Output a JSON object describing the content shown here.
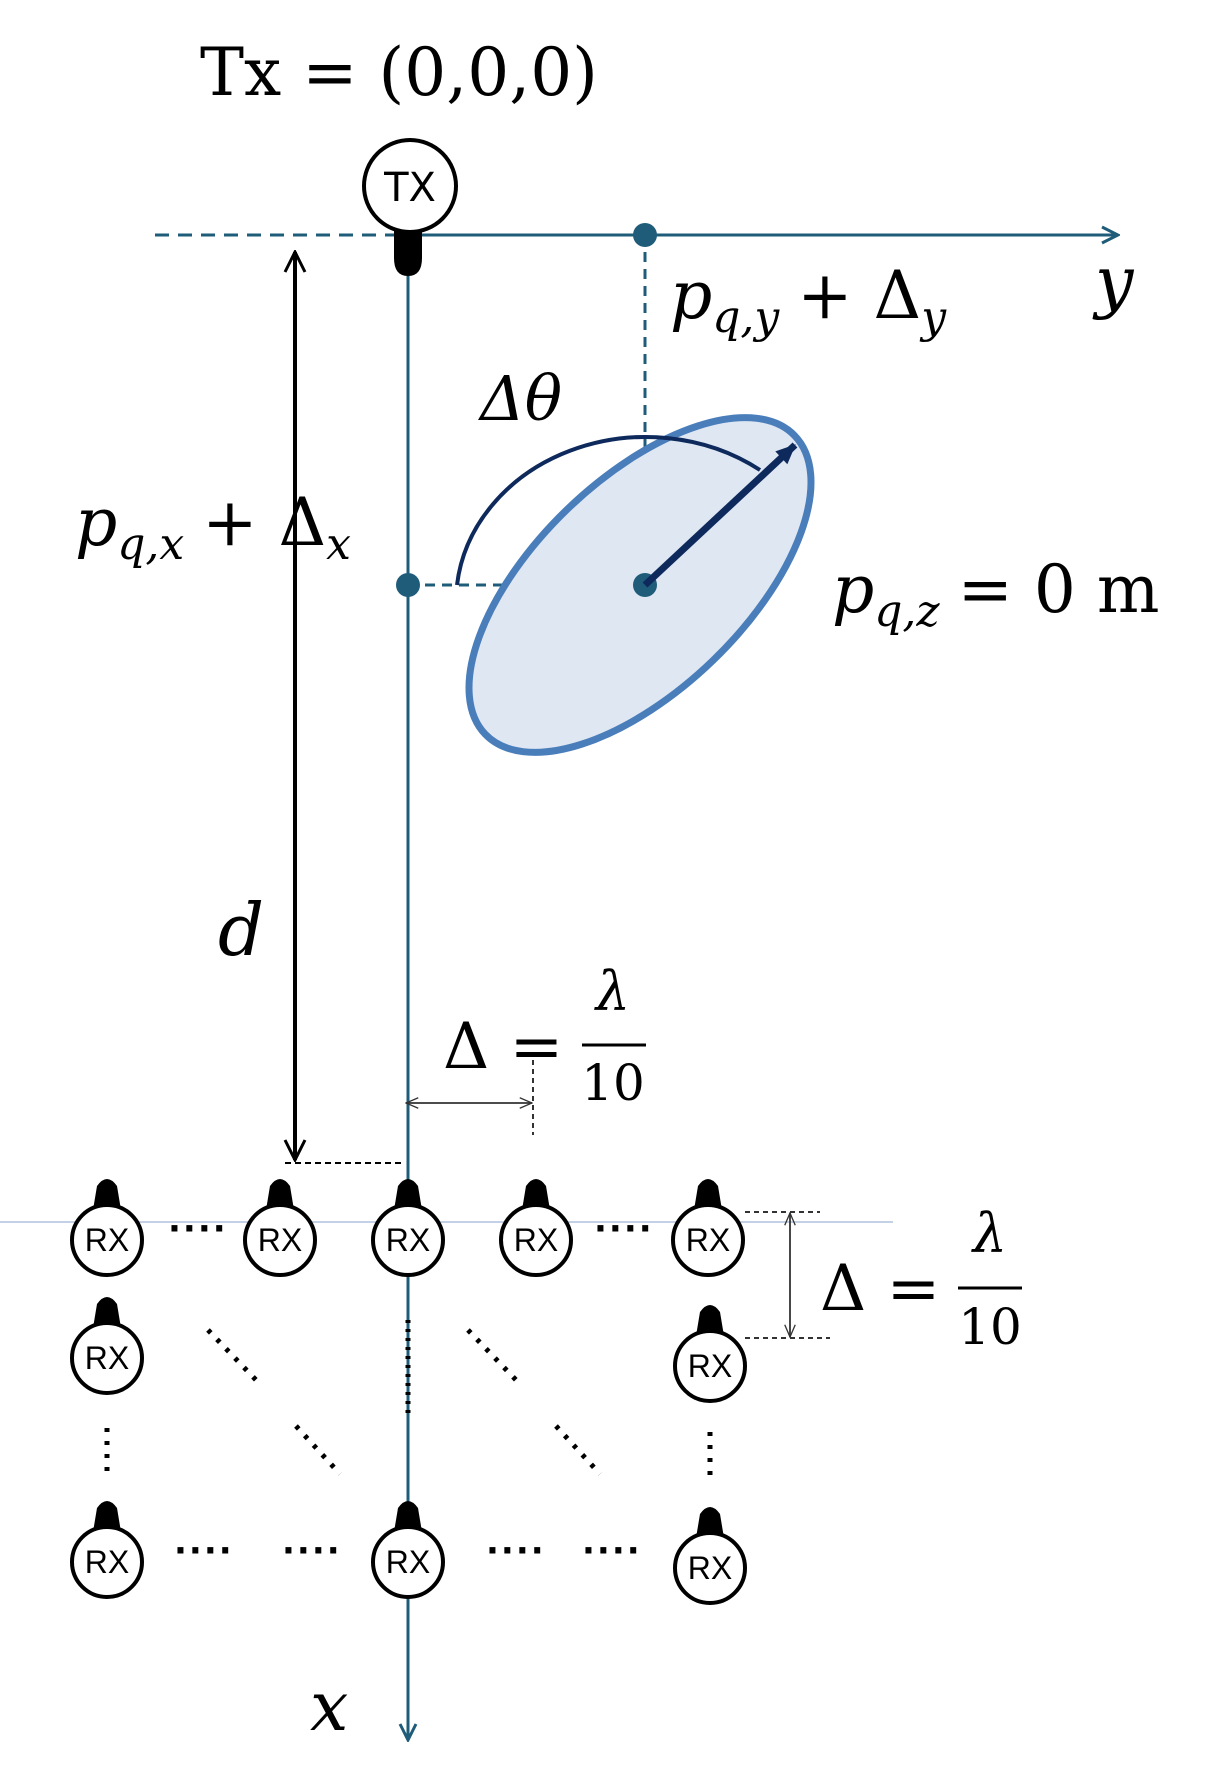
{
  "title": "Tx = (0,0,0)",
  "tx_label": "TX",
  "rx_label": "RX",
  "axis_y_label": "y",
  "axis_x_label": "x",
  "py_main": "p",
  "py_sub": "q,y",
  "py_plus": "+ Δ",
  "py_plus_sub": "y",
  "px_main": "p",
  "px_sub": "q,x",
  "px_plus": "+ Δ",
  "px_plus_sub": "x",
  "pz_main": "p",
  "pz_sub": "q,z",
  "pz_rest": "= 0 m",
  "dtheta": "Δθ",
  "d_label": "d",
  "spacing_lhs": "Δ =",
  "spacing_num": "λ",
  "spacing_den": "10",
  "h_dots": "····",
  "colors": {
    "axis": "#1f5c7a",
    "ellipse_stroke": "#4a7ebb",
    "ellipse_fill": "#dfe7f3",
    "arc": "#0e2a5c",
    "ground_line": "#c4d0e6"
  }
}
